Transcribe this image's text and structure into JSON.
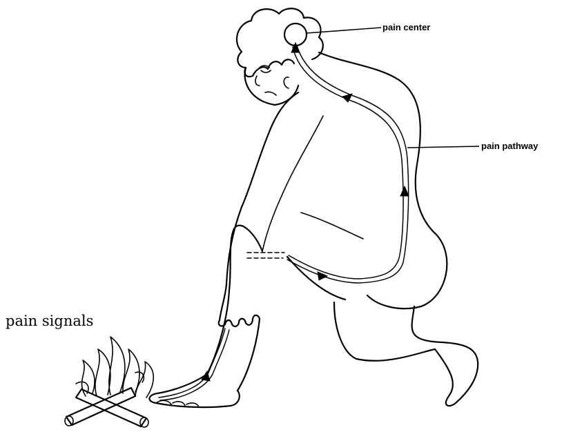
{
  "labels": {
    "pain_center": "pain center",
    "pain_pathway": "pain pathway",
    "pain_signals": "pain signals"
  },
  "colors": {
    "ink": "#000000",
    "background": "#ffffff"
  }
}
